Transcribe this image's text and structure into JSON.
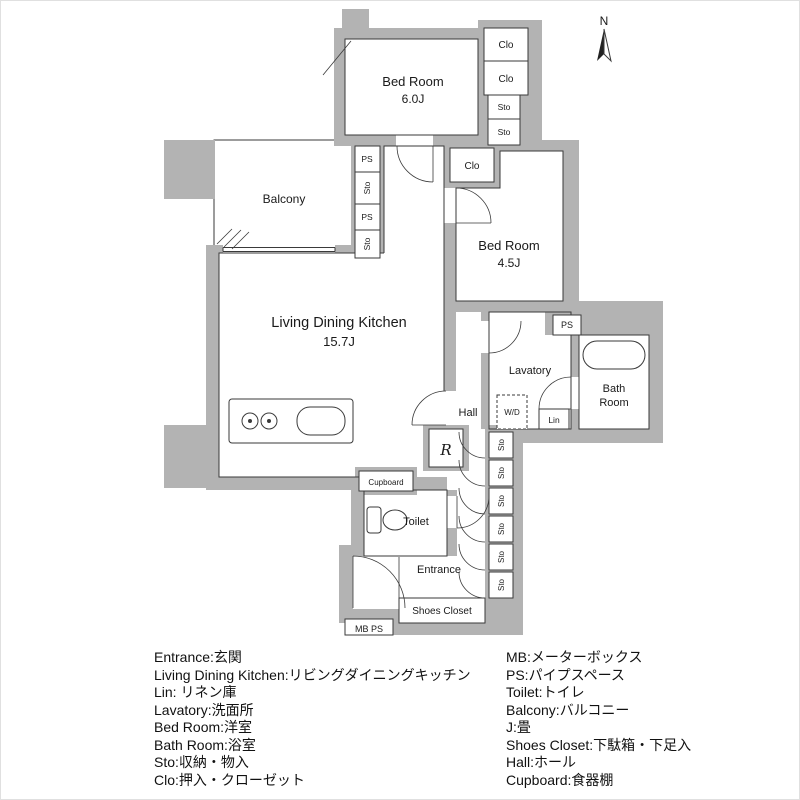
{
  "plan": {
    "north_label": "N",
    "rooms": {
      "bedroom1_name": "Bed Room",
      "bedroom1_size": "6.0J",
      "bedroom2_name": "Bed Room",
      "bedroom2_size": "4.5J",
      "ldk_name": "Living Dining Kitchen",
      "ldk_size": "15.7J",
      "balcony": "Balcony",
      "lavatory": "Lavatory",
      "bath_line1": "Bath",
      "bath_line2": "Room",
      "hall": "Hall",
      "toilet": "Toilet",
      "entrance": "Entrance",
      "shoes_closet": "Shoes Closet"
    },
    "labels": {
      "clo": "Clo",
      "sto": "Sto",
      "ps": "PS",
      "wd": "W/D",
      "lin": "Lin",
      "mb_ps": "MB PS",
      "cupboard": "Cupboard",
      "refrigerator": "R"
    },
    "colors": {
      "wall_gray": "#b3b3b3",
      "line": "#333333"
    }
  },
  "legend": {
    "left": [
      "Entrance:玄関",
      "Living Dining Kitchen:リビングダイニングキッチン",
      "Lin: リネン庫",
      "Lavatory:洗面所",
      "Bed Room:洋室",
      "Bath Room:浴室",
      "Sto:収納・物入",
      "Clo:押入・クローゼット"
    ],
    "right": [
      "MB:メーターボックス",
      "PS:パイプスペース",
      "Toilet:トイレ",
      "Balcony:バルコニー",
      "J:畳",
      "Shoes Closet:下駄箱・下足入",
      "Hall:ホール",
      "Cupboard:食器棚"
    ]
  }
}
